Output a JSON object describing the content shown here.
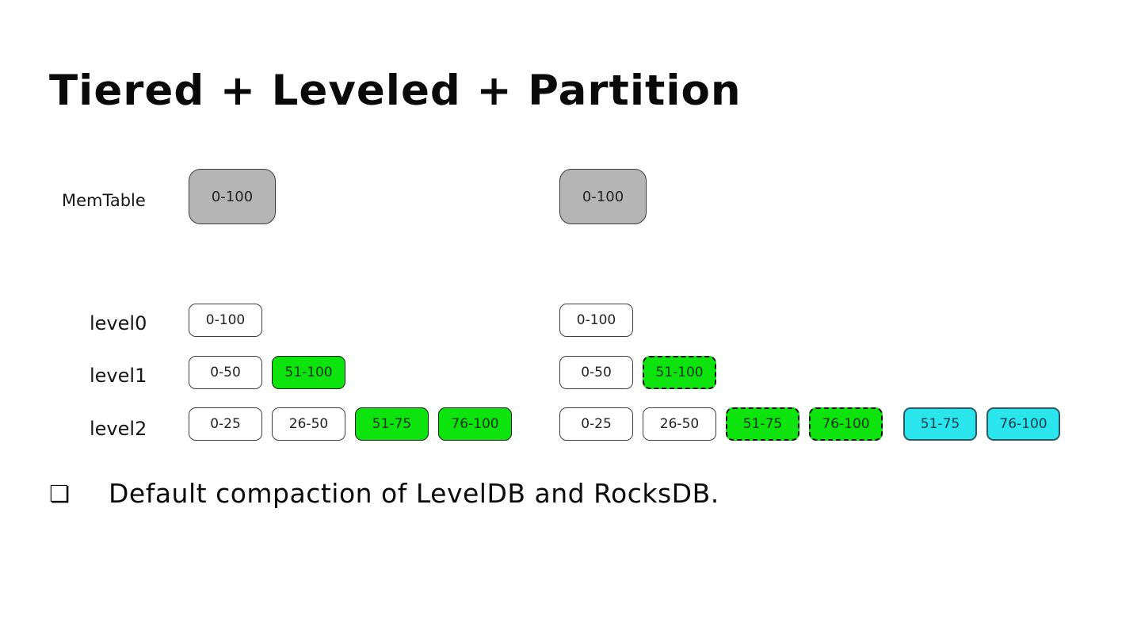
{
  "title": "Tiered + Leveled + Partition",
  "colors": {
    "gray_fill": "#b5b5b5",
    "green_fill": "#0de30d",
    "cyan_fill": "#2ae5ec",
    "box_border": "#3f3f3f",
    "cyan_border": "#2a5a66"
  },
  "row_labels": {
    "memtable": "MemTable",
    "level0": "level0",
    "level1": "level1",
    "level2": "level2"
  },
  "diagrams": {
    "left": {
      "memtable": [
        {
          "label": "0-100",
          "style": "gray"
        }
      ],
      "level0": [
        {
          "label": "0-100",
          "style": "white"
        }
      ],
      "level1": [
        {
          "label": "0-50",
          "style": "white"
        },
        {
          "label": "51-100",
          "style": "green"
        }
      ],
      "level2": [
        {
          "label": "0-25",
          "style": "white"
        },
        {
          "label": "26-50",
          "style": "white"
        },
        {
          "label": "51-75",
          "style": "green"
        },
        {
          "label": "76-100",
          "style": "green"
        }
      ]
    },
    "right": {
      "memtable": [
        {
          "label": "0-100",
          "style": "gray"
        }
      ],
      "level0": [
        {
          "label": "0-100",
          "style": "white"
        }
      ],
      "level1": [
        {
          "label": "0-50",
          "style": "white"
        },
        {
          "label": "51-100",
          "style": "green-dashed"
        }
      ],
      "level2": [
        {
          "label": "0-25",
          "style": "white"
        },
        {
          "label": "26-50",
          "style": "white"
        },
        {
          "label": "51-75",
          "style": "green-dashed"
        },
        {
          "label": "76-100",
          "style": "green-dashed"
        },
        {
          "label": "51-75",
          "style": "cyan",
          "extra_gap": true
        },
        {
          "label": "76-100",
          "style": "cyan"
        }
      ]
    }
  },
  "bullet": {
    "marker": "❏",
    "text": "Default compaction of LevelDB and RocksDB."
  }
}
